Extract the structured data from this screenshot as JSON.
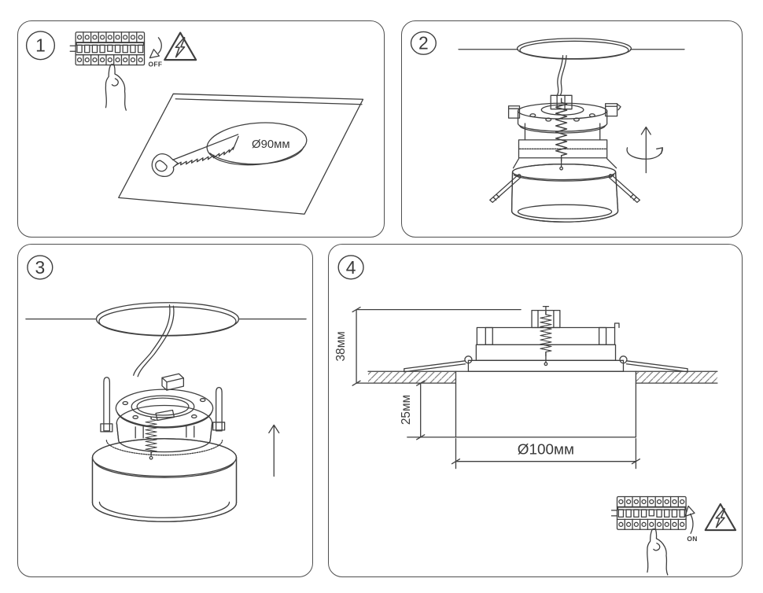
{
  "colors": {
    "background": "#ffffff",
    "panel_border": "#4f4f4f",
    "line": "#3f3f3f",
    "light_line": "#a9a9a9",
    "ink": "#141414"
  },
  "panels": {
    "step1": {
      "number": "1",
      "breaker_label": "OFF",
      "cutout_label": "Ø90мм",
      "icons": [
        "circuit-breaker-panel",
        "pointing-hand",
        "toggle-off-arrow",
        "electric-shock-warning",
        "ceiling-tile",
        "cutout-hole",
        "keyhole-saw"
      ]
    },
    "step2": {
      "number": "2",
      "icons": [
        "ceiling-hole",
        "power-cable",
        "terminal-block",
        "adjustment-spring",
        "mounting-flange",
        "knurled-ring",
        "downlight-body",
        "spring-clips",
        "rotate-to-fasten-arrow"
      ]
    },
    "step3": {
      "number": "3",
      "icons": [
        "ceiling-hole",
        "power-cable",
        "mounting-ring",
        "spring-clips",
        "knurled-ring",
        "adjustment-spring",
        "downlight-trim",
        "push-up-arrow"
      ]
    },
    "step4": {
      "number": "4",
      "height_label": "38мм",
      "recess_label": "25мм",
      "diameter_label": "Ø100мм",
      "breaker_label": "ON",
      "icons": [
        "installed-downlight-cross-section",
        "ceiling-hatch",
        "height-dimension",
        "recess-dimension",
        "diameter-dimension",
        "circuit-breaker-panel",
        "pointing-hand",
        "toggle-on-arrow",
        "electric-shock-warning"
      ]
    }
  }
}
